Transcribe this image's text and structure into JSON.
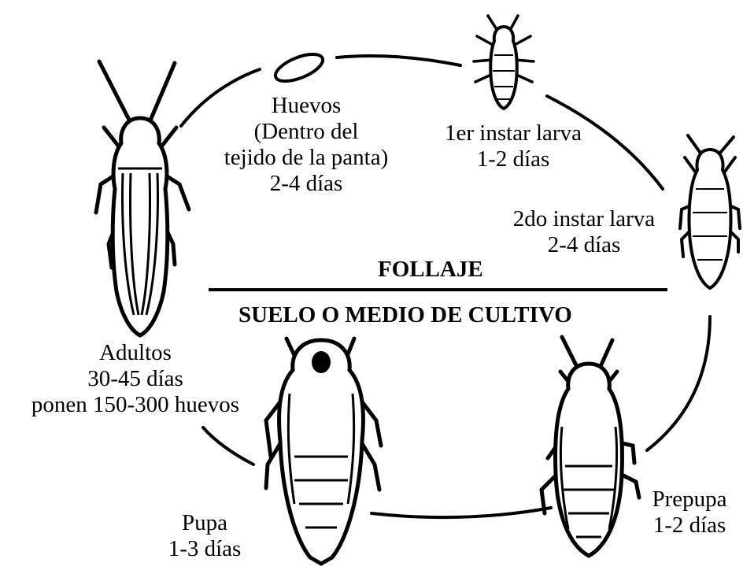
{
  "diagram": {
    "zones": {
      "top": "FOLLAJE",
      "bottom": "SUELO O MEDIO DE CULTIVO"
    },
    "stages": {
      "eggs": {
        "lines": [
          "Huevos",
          "(Dentro del",
          "tejido de la panta)",
          "2-4 días"
        ]
      },
      "larva1": {
        "lines": [
          "1er instar larva",
          "1-2 días"
        ]
      },
      "larva2": {
        "lines": [
          "2do instar larva",
          "2-4 días"
        ]
      },
      "prepupa": {
        "lines": [
          "Prepupa",
          "1-2 días"
        ]
      },
      "pupa": {
        "lines": [
          "Pupa",
          "1-3 días"
        ]
      },
      "adults": {
        "lines": [
          "Adultos",
          "30-45 días",
          "ponen 150-300 huevos"
        ]
      }
    }
  }
}
